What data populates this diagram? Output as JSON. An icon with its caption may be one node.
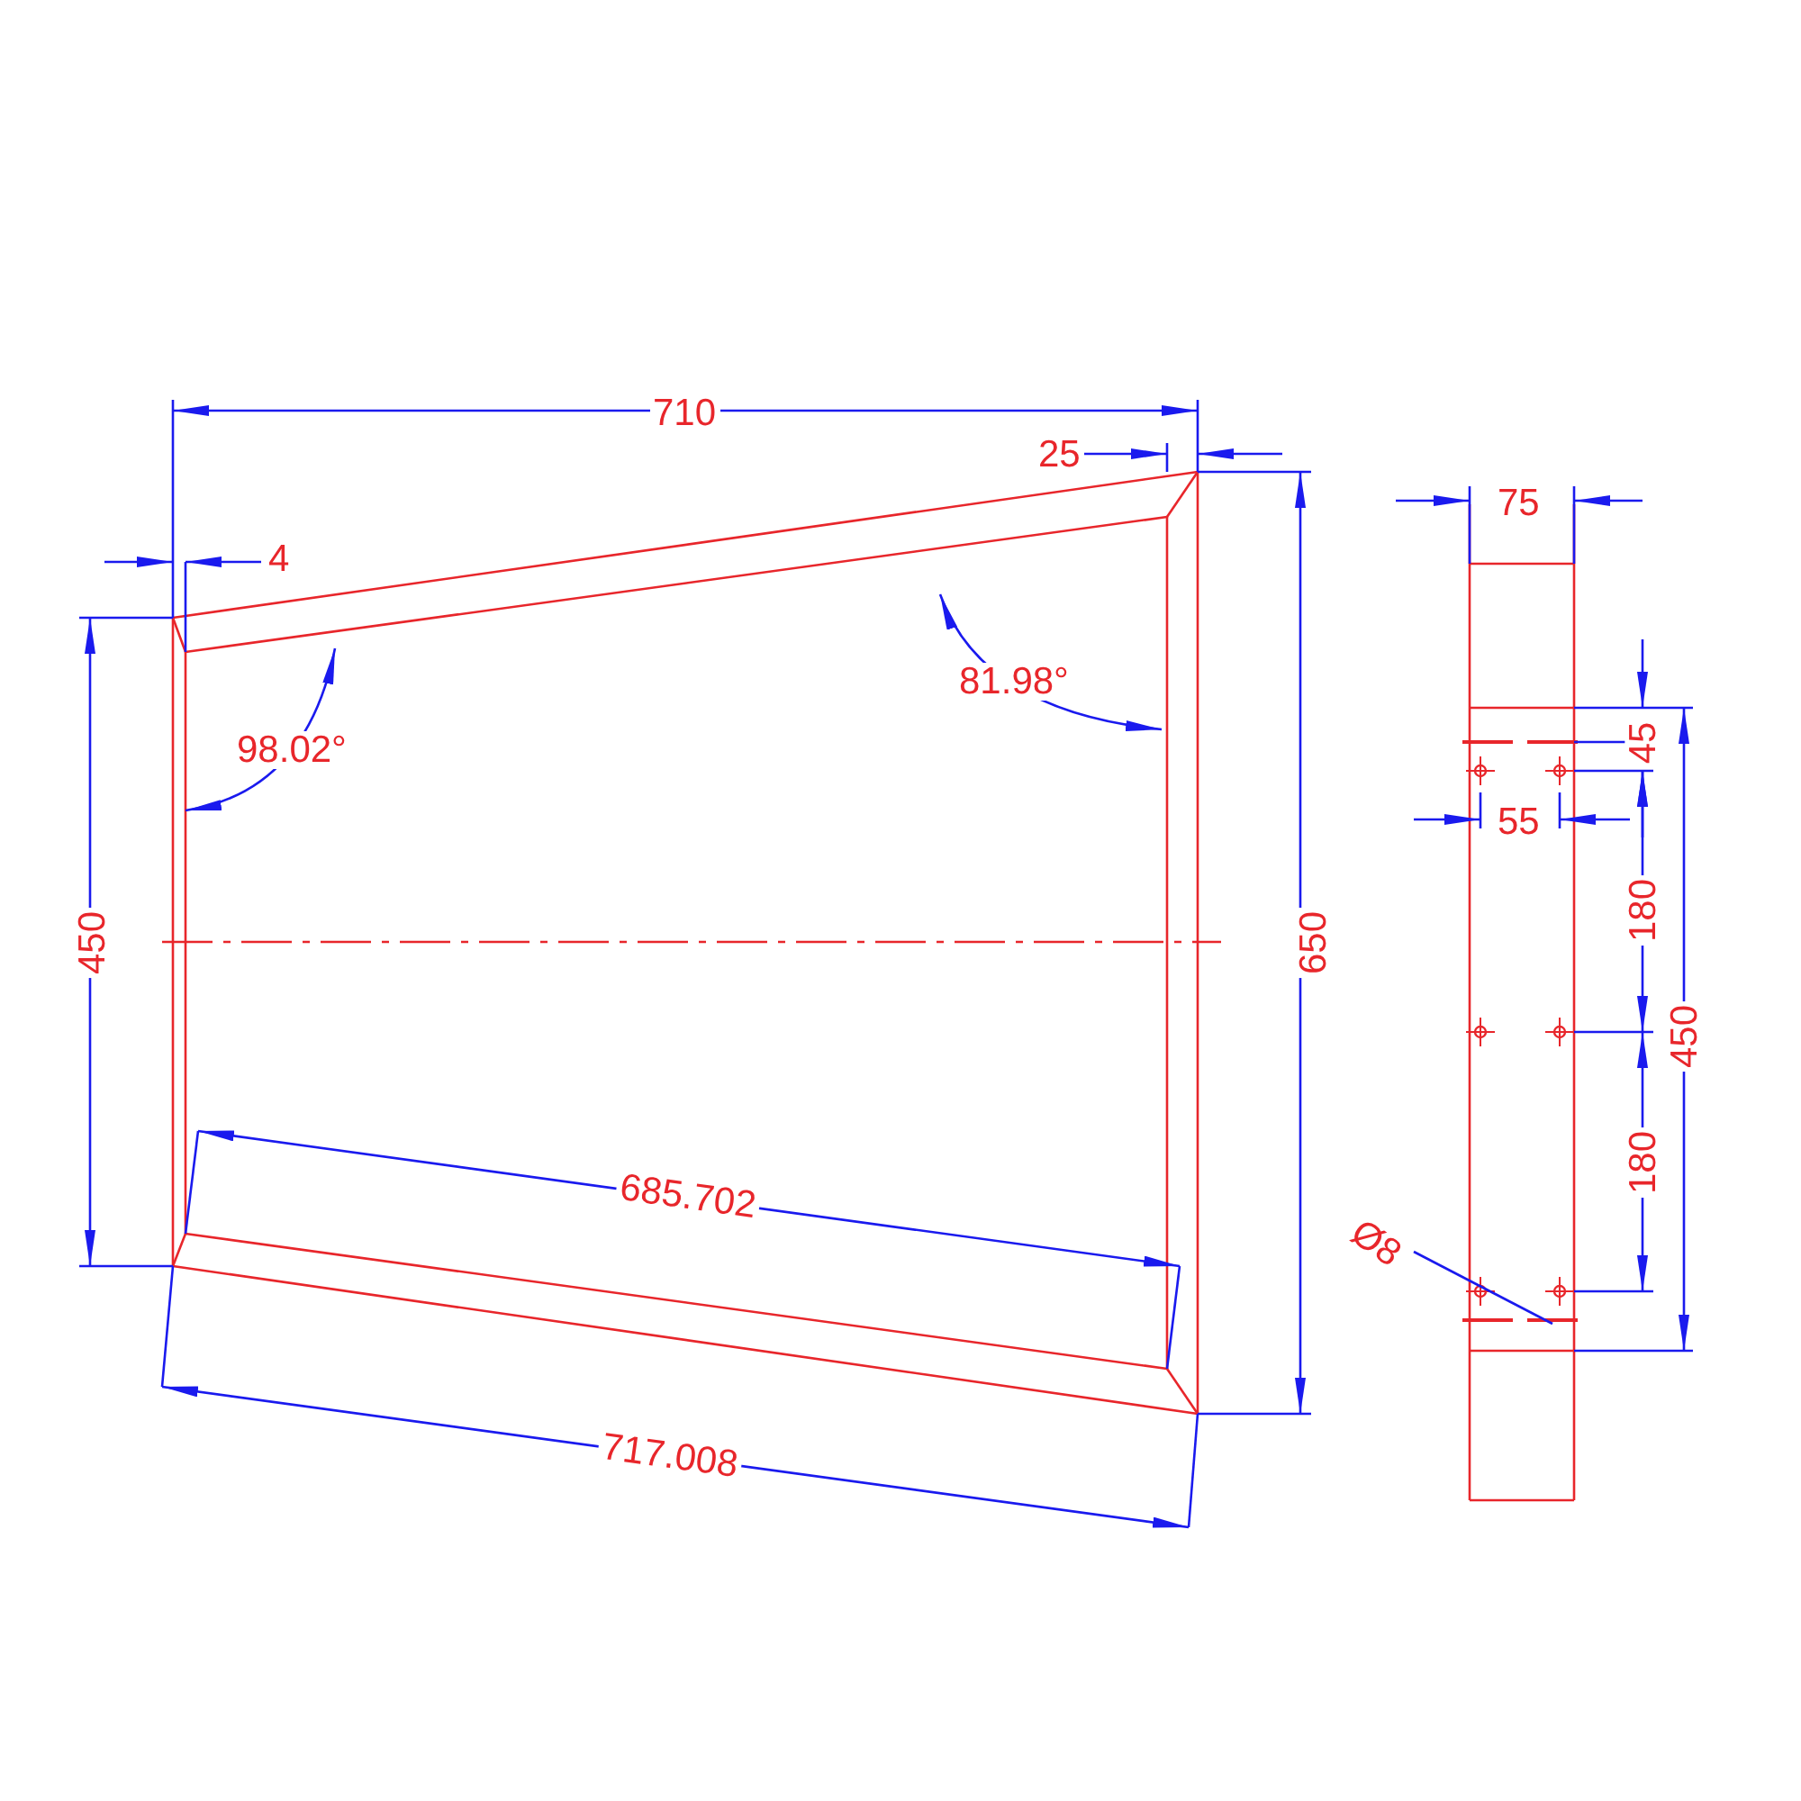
{
  "diagram": {
    "labels": [
      "710",
      "25",
      "4",
      "75",
      "81.98°",
      "98.02°",
      "45",
      "55",
      "450",
      "650",
      "180",
      "450",
      "180",
      "685.702",
      "Ø8",
      "717.008"
    ]
  }
}
